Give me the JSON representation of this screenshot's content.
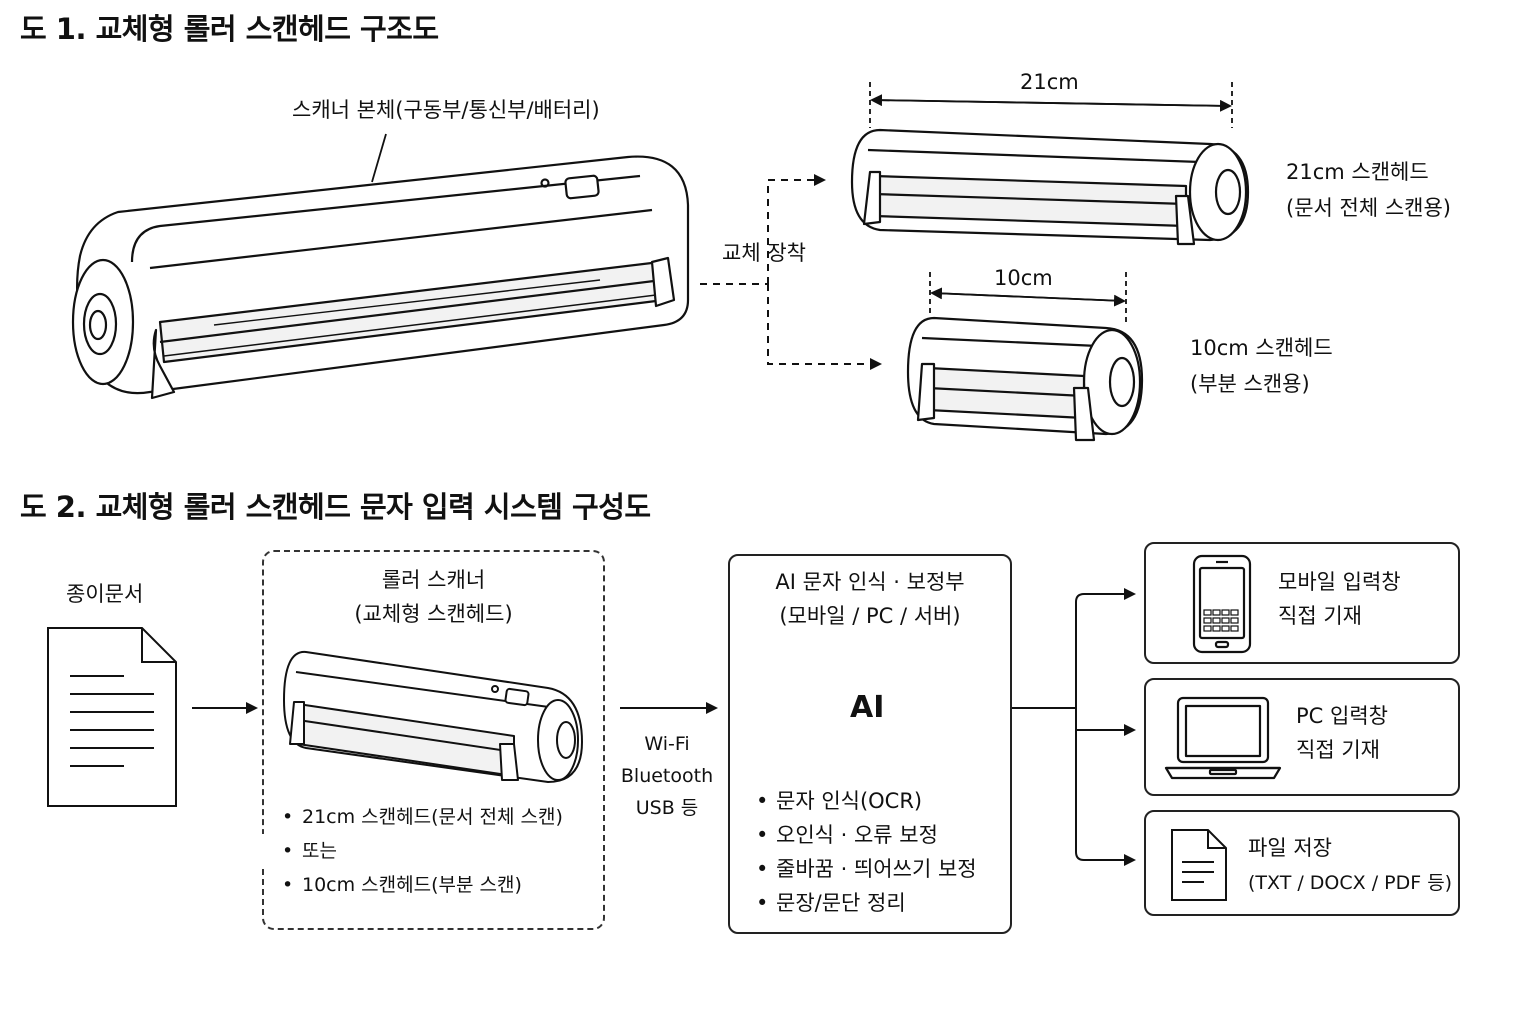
{
  "fig1": {
    "title": "도 1. 교체형 롤러 스캔헤드 구조도",
    "body_label": "스캐너 본체(구동부/통신부/배터리)",
    "swap_label": "교체 장착",
    "head21": {
      "dimension": "21cm",
      "name": "21cm 스캔헤드",
      "desc": "(문서 전체 스캔용)"
    },
    "head10": {
      "dimension": "10cm",
      "name": "10cm 스캔헤드",
      "desc": "(부분 스캔용)"
    }
  },
  "fig2": {
    "title": "도 2. 교체형 롤러 스캔헤드 문자 입력 시스템 구성도",
    "paper_label": "종이문서",
    "scanner": {
      "title1": "롤러 스캐너",
      "title2": "(교체형 스캔헤드)",
      "bullet1": "21cm 스캔헤드(문서 전체 스캔)",
      "or": "또는",
      "bullet2": "10cm 스캔헤드(부분 스캔)"
    },
    "connection": {
      "line1": "Wi-Fi",
      "line2": "Bluetooth",
      "line3": "USB 등"
    },
    "ai": {
      "title1": "AI 문자 인식 · 보정부",
      "title2": "(모바일 / PC / 서버)",
      "icon_text": "AI",
      "bullets": [
        "문자 인식(OCR)",
        "오인식 · 오류 보정",
        "줄바꿈 · 띄어쓰기 보정",
        "문장/문단 정리"
      ]
    },
    "outputs": [
      {
        "line1": "모바일 입력창",
        "line2": "직접 기재",
        "icon": "smartphone-icon"
      },
      {
        "line1": "PC 입력창",
        "line2": "직접 기재",
        "icon": "laptop-icon"
      },
      {
        "line1": "파일 저장",
        "line2": "(TXT / DOCX / PDF 등)",
        "icon": "document-icon"
      }
    ]
  },
  "colors": {
    "line": "#111111",
    "fill": "#ffffff",
    "shade": "#e6e6e6"
  }
}
